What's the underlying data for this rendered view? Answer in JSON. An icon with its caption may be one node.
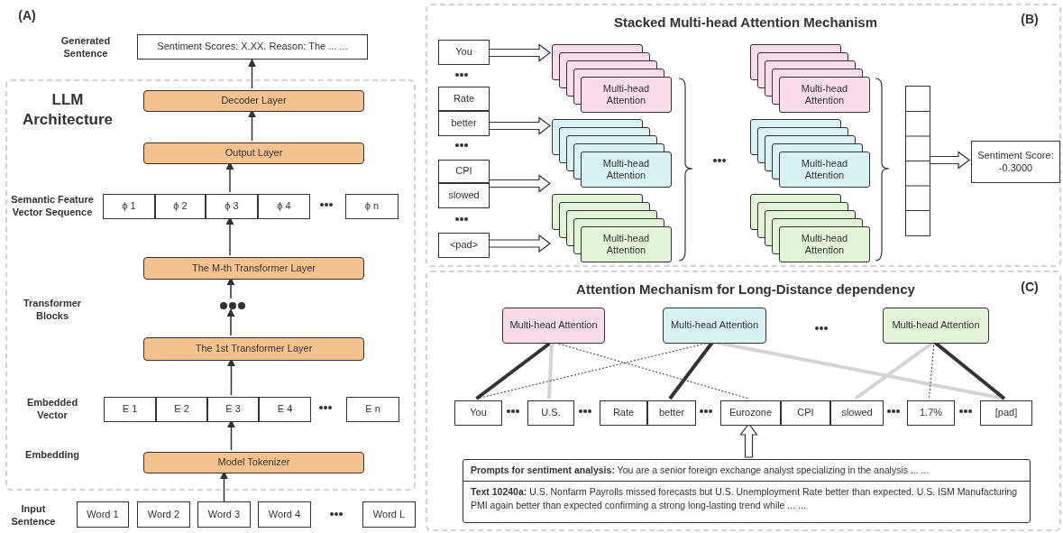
{
  "diagram": {
    "nodes": [
      {
        "text": [
          "Sentiment Scores: X.XX. Reason: The ... ..."
        ]
      },
      {
        "text": [
          "LLM Architecture"
        ]
      },
      {
        "text": [
          "Decoder Layer"
        ],
        "in": 1
      },
      {
        "text": [
          "Output Layer"
        ],
        "in": 1
      },
      {
        "text": [
          "ϕ 1"
        ],
        "in": 1
      },
      {
        "text": [
          "ϕ 2"
        ],
        "in": 1
      },
      {
        "text": [
          "ϕ 3"
        ],
        "in": 1
      },
      {
        "text": [
          "ϕ 4"
        ],
        "in": 1
      },
      {
        "text": [
          "ϕ n"
        ],
        "in": 1
      },
      {
        "text": [
          "The M-th Transformer Layer"
        ],
        "in": 1
      },
      {
        "text": [],
        "shape": "dots",
        "in": 1
      },
      {
        "text": [
          "The 1st Transformer Layer"
        ],
        "in": 1
      },
      {
        "text": [
          "E 1"
        ],
        "in": 1
      },
      {
        "text": [
          "E 2"
        ],
        "in": 1
      },
      {
        "text": [
          "E 3"
        ],
        "in": 1
      },
      {
        "text": [
          "E 4"
        ],
        "in": 1
      },
      {
        "text": [
          "E n"
        ],
        "in": 1
      },
      {
        "text": [
          "Model Tokenizer"
        ],
        "in": 1
      },
      {
        "text": [
          "Word 1"
        ]
      },
      {
        "text": [
          "Word 2"
        ]
      },
      {
        "text": [
          "Word 3"
        ]
      },
      {
        "text": [
          "Word 4"
        ]
      },
      {
        "text": [
          "Word L"
        ]
      },
      {
        "text": [
          "Stacked Multi-head Attention Mechanism"
        ]
      },
      {
        "text": [
          "You"
        ],
        "in": 23
      },
      {
        "text": [
          "Rate"
        ],
        "in": 23
      },
      {
        "text": [
          "better"
        ],
        "in": 23
      },
      {
        "text": [
          "CPI"
        ],
        "in": 23
      },
      {
        "text": [
          "slowed"
        ],
        "in": 23
      },
      {
        "text": [
          "<pad>"
        ],
        "in": 23
      },
      {
        "text": [
          "Multi-head Attention"
        ],
        "in": 23
      },
      {
        "text": [
          "Multi-head Attention"
        ],
        "in": 23
      },
      {
        "text": [
          "Multi-head Attention"
        ],
        "in": 23
      },
      {
        "text": [
          "Multi-head Attention"
        ],
        "in": 23
      },
      {
        "text": [
          "Multi-head Attention"
        ],
        "in": 23
      },
      {
        "text": [
          "Multi-head Attention"
        ],
        "in": 23
      },
      {
        "text": [],
        "shape": "bar",
        "in": 23
      },
      {
        "text": [
          "Sentiment Score: -0.3000"
        ],
        "in": 23
      },
      {
        "text": [
          "Attention Mechanism for Long-Distance dependency"
        ]
      },
      {
        "text": [
          "Multi-head Attention"
        ],
        "in": 38
      },
      {
        "text": [
          "Multi-head Attention"
        ],
        "in": 38
      },
      {
        "text": [
          "Multi-head Attention"
        ],
        "in": 38
      },
      {
        "text": [
          "You"
        ],
        "in": 38
      },
      {
        "text": [
          "U.S."
        ],
        "in": 38
      },
      {
        "text": [
          "Rate"
        ],
        "in": 38
      },
      {
        "text": [
          "better"
        ],
        "in": 38
      },
      {
        "text": [
          "Eurozone"
        ],
        "in": 38
      },
      {
        "text": [
          "CPI"
        ],
        "in": 38
      },
      {
        "text": [
          "slowed"
        ],
        "in": 38
      },
      {
        "text": [
          "1.7%"
        ],
        "in": 38
      },
      {
        "text": [
          "[pad]"
        ],
        "in": 38
      },
      {
        "text": [
          "**Prompts for sentiment analysis:** You are a senior foreign exchange analyst specializing in the analysis ... ...",
          "**Text 10240a:** U.S. Nonfarm Payrolls missed forecasts but U.S. Unemployment Rate better than expected. U.S. ISM Manufacturing PMI again better than expected confirming a strong long-lasting trend while ... ..."
        ],
        "in": 38
      }
    ],
    "edges": [
      {
        "from": 20,
        "to": 17,
        "arrow": "to"
      },
      {
        "from": 17,
        "to": 14,
        "arrow": "to"
      },
      {
        "from": 14,
        "to": 11,
        "arrow": "to"
      },
      {
        "from": 11,
        "to": 10,
        "arrow": "to"
      },
      {
        "from": 10,
        "to": 9,
        "arrow": "to"
      },
      {
        "from": 9,
        "to": 6,
        "arrow": "to"
      },
      {
        "from": 6,
        "to": 3,
        "arrow": "to"
      },
      {
        "from": 3,
        "to": 2,
        "arrow": "to"
      },
      {
        "from": 2,
        "to": 0,
        "arrow": "to"
      },
      {
        "from": 24,
        "to": 30,
        "arrow": "to",
        "style": "thick"
      },
      {
        "from": 26,
        "to": 31,
        "arrow": "to",
        "style": "thick"
      },
      {
        "from": 28,
        "to": 31,
        "arrow": "to",
        "style": "thick"
      },
      {
        "from": 29,
        "to": 32,
        "arrow": "to",
        "style": "thick"
      },
      {
        "from": 36,
        "to": 37,
        "arrow": "to",
        "style": "thick"
      },
      {
        "from": 39,
        "to": 42,
        "arrow": "none",
        "style": "thick"
      },
      {
        "from": 39,
        "to": 43,
        "arrow": "none",
        "style": "thick",
        "color": "#d4d4d4"
      },
      {
        "from": 39,
        "to": 46,
        "arrow": "none",
        "style": "dashed"
      },
      {
        "from": 40,
        "to": 42,
        "arrow": "none",
        "style": "dashed"
      },
      {
        "from": 40,
        "to": 45,
        "arrow": "none",
        "style": "thick"
      },
      {
        "from": 40,
        "to": 50,
        "arrow": "none",
        "style": "thick",
        "color": "#d4d4d4"
      },
      {
        "from": 41,
        "to": 48,
        "arrow": "none",
        "style": "thick",
        "color": "#d4d4d4"
      },
      {
        "from": 41,
        "to": 49,
        "arrow": "none",
        "style": "dashed"
      },
      {
        "from": 41,
        "to": 50,
        "arrow": "none",
        "style": "thick"
      },
      {
        "from": 51,
        "to": 46,
        "arrow": "to",
        "style": "thick"
      }
    ],
    "labels": [
      "(A)",
      "Generated Sentence",
      "Semantic Feature Vector Sequence",
      "Transformer Blocks",
      "Embedded Vector",
      "Embedding",
      "Input Sentence",
      "(B)",
      "(C)"
    ]
  }
}
